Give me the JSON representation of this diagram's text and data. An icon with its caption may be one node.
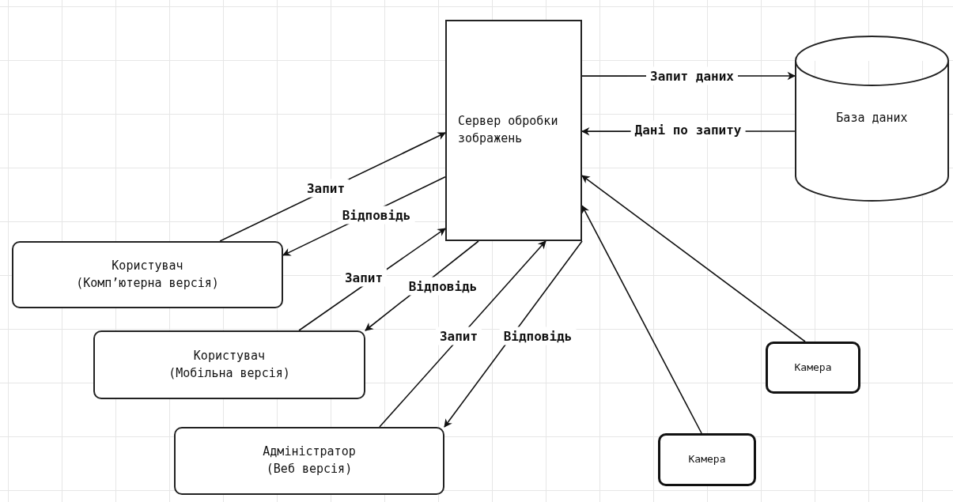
{
  "diagram": {
    "nodes": [
      {
        "text": [
          "Сервер обробки зображень"
        ]
      },
      {
        "text": [
          "База даних"
        ]
      },
      {
        "text": [
          "Користувач (Комп’ютерна версія)"
        ]
      },
      {
        "text": [
          "Користувач (Мобільна версія)"
        ]
      },
      {
        "text": [
          "Адміністратор (Веб версія)"
        ]
      },
      {
        "text": [
          "Камера"
        ]
      },
      {
        "text": [
          "Камера"
        ]
      }
    ],
    "edges": [
      {
        "from": 0,
        "to": 1,
        "arrow": "to",
        "label": "Запит даних"
      },
      {
        "from": 1,
        "to": 0,
        "arrow": "to",
        "label": "Дані по запиту"
      },
      {
        "from": 2,
        "to": 0,
        "arrow": "to",
        "label": "Запит"
      },
      {
        "from": 0,
        "to": 2,
        "arrow": "to",
        "label": "Відповідь"
      },
      {
        "from": 3,
        "to": 0,
        "arrow": "to",
        "label": "Запит"
      },
      {
        "from": 0,
        "to": 3,
        "arrow": "to",
        "label": "Відповідь"
      },
      {
        "from": 4,
        "to": 0,
        "arrow": "to",
        "label": "Запит"
      },
      {
        "from": 0,
        "to": 4,
        "arrow": "to",
        "label": "Відповідь"
      },
      {
        "from": 5,
        "to": 0,
        "arrow": "to"
      },
      {
        "from": 6,
        "to": 0,
        "arrow": "to"
      }
    ]
  }
}
